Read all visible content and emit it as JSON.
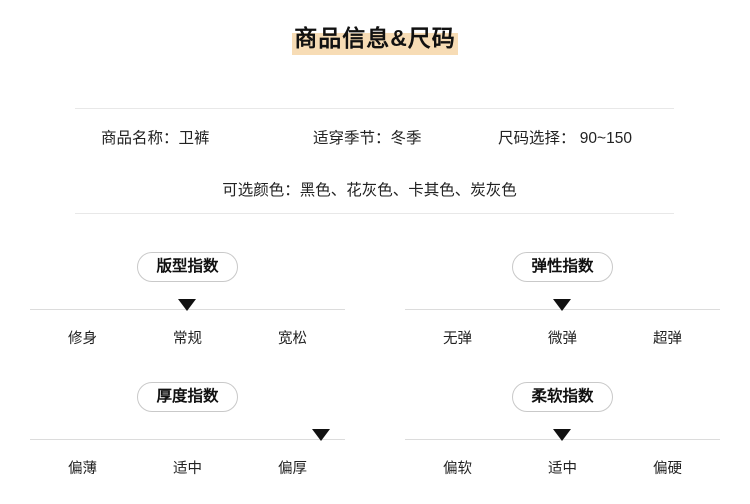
{
  "page": {
    "title": "商品信息&尺码",
    "title_band_color": "#f7dcb5"
  },
  "info": {
    "rows": [
      {
        "cells": [
          {
            "label": "商品名称：",
            "value": "卫裤",
            "text": "商品名称：卫裤"
          },
          {
            "label": "适穿季节：",
            "value": "冬季",
            "text": "适穿季节：冬季"
          },
          {
            "label": "尺码选择：",
            "value": "90~150",
            "text": "尺码选择： 90~150"
          }
        ]
      },
      {
        "cells": [
          {
            "label": "可选颜色：",
            "value": "黑色、花灰色、卡其色、炭灰色",
            "text": "可选颜色：黑色、花灰色、卡其色、炭灰色"
          }
        ]
      }
    ]
  },
  "indicators": [
    {
      "name": "版型指数",
      "labels": [
        "修身",
        "常规",
        "宽松"
      ],
      "selected_index": 1,
      "selected_label": "常规"
    },
    {
      "name": "弹性指数",
      "labels": [
        "无弹",
        "微弹",
        "超弹"
      ],
      "selected_index": 1,
      "selected_label": "微弹"
    },
    {
      "name": "厚度指数",
      "labels": [
        "偏薄",
        "适中",
        "偏厚"
      ],
      "selected_index": 2,
      "selected_label": "偏厚"
    },
    {
      "name": "柔软指数",
      "labels": [
        "偏软",
        "适中",
        "偏硬"
      ],
      "selected_index": 1,
      "selected_label": "适中"
    }
  ]
}
